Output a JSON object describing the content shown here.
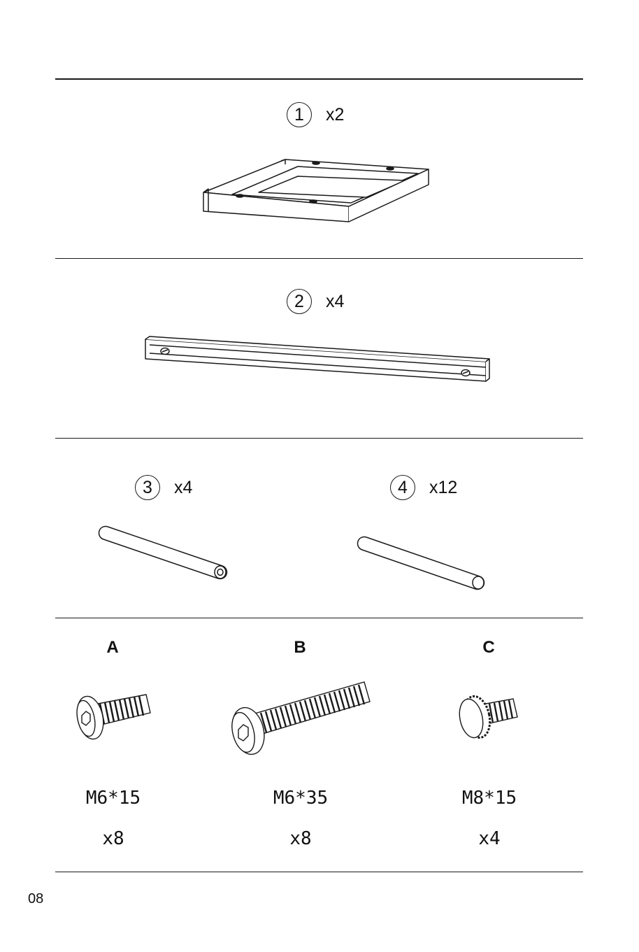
{
  "parts": [
    {
      "number": "1",
      "qty": "x2",
      "icon": "frame-icon"
    },
    {
      "number": "2",
      "qty": "x4",
      "icon": "rail-icon"
    },
    {
      "number": "3",
      "qty": "x4",
      "icon": "hollow-rod-icon"
    },
    {
      "number": "4",
      "qty": "x12",
      "icon": "solid-rod-icon"
    }
  ],
  "hardware": [
    {
      "letter": "A",
      "size": "M6*15",
      "qty": "x8",
      "icon": "short-bolt-icon"
    },
    {
      "letter": "B",
      "size": "M6*35",
      "qty": "x8",
      "icon": "long-bolt-icon"
    },
    {
      "letter": "C",
      "size": "M8*15",
      "qty": "x4",
      "icon": "knurled-screw-icon"
    }
  ],
  "page_number": "08",
  "colors": {
    "line": "#1a1a1a",
    "background": "#ffffff"
  }
}
